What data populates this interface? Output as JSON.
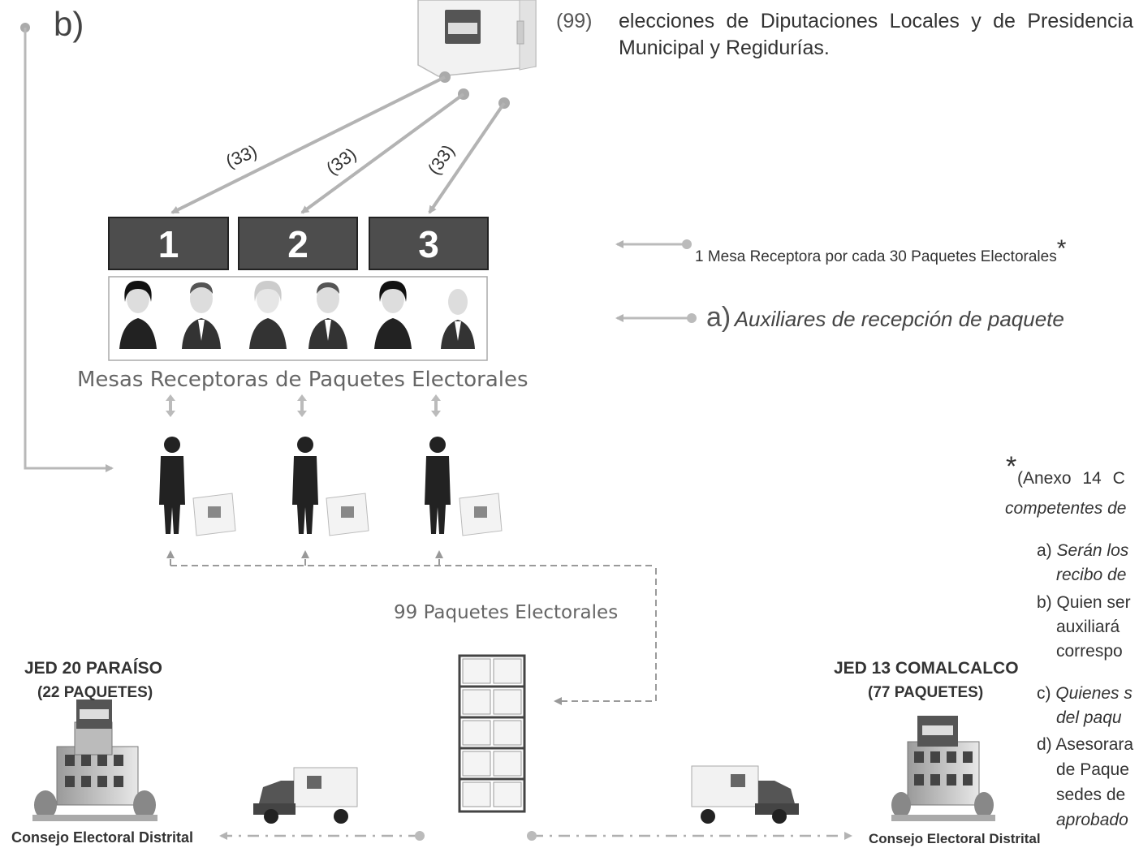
{
  "header": {
    "section_letter": "b)",
    "count_badge": "(99)",
    "intro_line1": "elecciones de Diputaciones Locales y de Presidencia",
    "intro_line2": "Municipal y Regidurías."
  },
  "flow": {
    "split_labels": [
      "(33)",
      "(33)",
      "(33)"
    ],
    "tables": [
      "1",
      "2",
      "3"
    ],
    "tables_caption": "Mesas Receptoras de Paquetes Electorales",
    "packages_caption": "99 Paquetes Electorales"
  },
  "legend": {
    "ratio_note": "1 Mesa Receptora por cada 30 Paquetes Electorales",
    "ratio_asterisk": "*",
    "aux_letter": "a)",
    "aux_label": "Auxiliares de recepción de paquete"
  },
  "districts": {
    "left": {
      "name": "JED 20 PARAÍSO",
      "packages": "(22 PAQUETES)",
      "council": "Consejo Electoral Distrital"
    },
    "right": {
      "name": "JED 13 COMALCALCO",
      "packages": "(77 PAQUETES)",
      "council": "Consejo Electoral Distrital"
    }
  },
  "annex": {
    "asterisk": "*",
    "ref_line1": "(Anexo 14 C",
    "ref_line2": "competentes de",
    "items": [
      {
        "letter": "a)",
        "lines": [
          "Serán los",
          "recibo de"
        ],
        "italic": true
      },
      {
        "letter": "b)",
        "lines": [
          "Quien ser",
          "auxiliará",
          "correspo"
        ],
        "italic": false
      },
      {
        "letter": "c)",
        "lines": [
          "Quienes s",
          "del paqu"
        ],
        "italic": true
      },
      {
        "letter": "d)",
        "lines": [
          "Asesorara",
          "de Paque",
          "sedes de",
          "aprobado"
        ],
        "italic": false
      }
    ]
  },
  "colors": {
    "table_box": "#4d4d4d",
    "arrow": "#b8b8b8",
    "dashed": "#9a9a9a",
    "text_gray": "#666666"
  }
}
